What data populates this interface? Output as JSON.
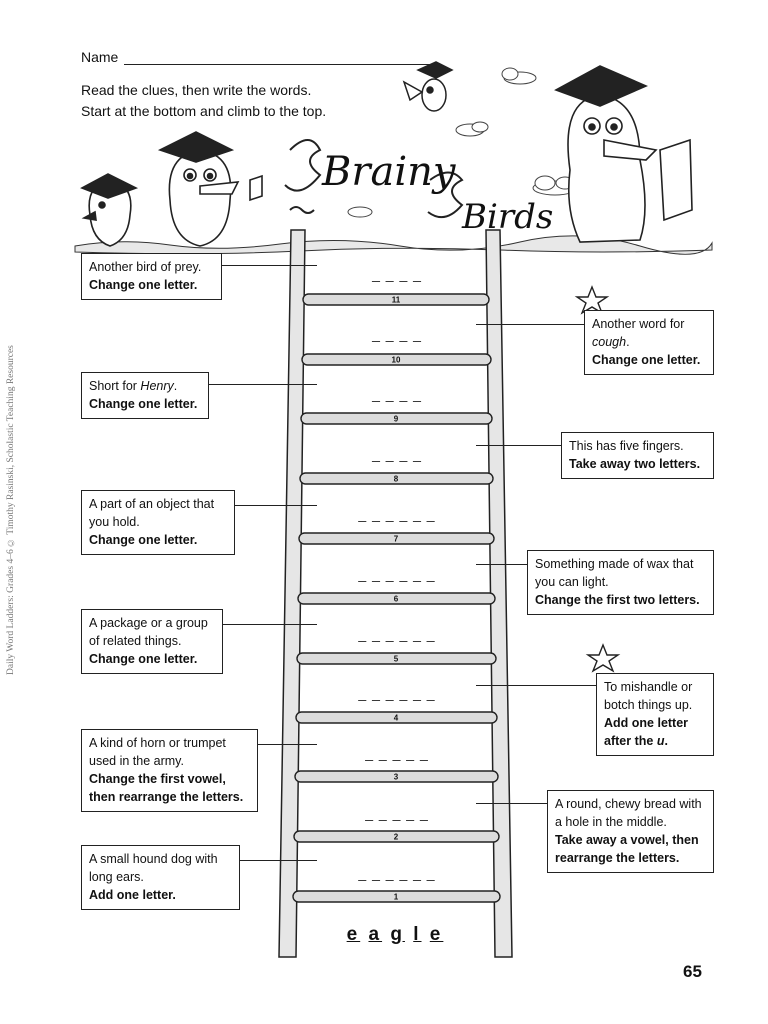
{
  "header": {
    "name_label": "Name",
    "instruction_line1": "Read the clues, then write the words.",
    "instruction_line2": "Start at the bottom and climb to the top."
  },
  "banner": {
    "title_word1": "Brainy",
    "title_word2": "Birds"
  },
  "side_credit": "Daily Word Ladders: Grades 4–6 © Timothy Rasinski, Scholastic Teaching Resources",
  "clues": {
    "c11": {
      "text": "Another bird of prey.",
      "instruction": "Change one letter."
    },
    "c10": {
      "text_before": "Another word for",
      "text_italic": "cough",
      "text_after": ".",
      "instruction": "Change one letter."
    },
    "c9": {
      "text_before": "Short for",
      "text_italic": "Henry",
      "text_after": ".",
      "instruction": "Change one letter."
    },
    "c8": {
      "text": "This has five fingers.",
      "instruction": "Take away two letters."
    },
    "c7": {
      "text": "A part of an object that you hold.",
      "instruction": "Change one letter."
    },
    "c6": {
      "text": "Something made of wax that you can light.",
      "instruction": "Change the first two letters."
    },
    "c5": {
      "text": "A package or a group of related things.",
      "instruction": "Change one letter."
    },
    "c4": {
      "text": "To mishandle or botch things up.",
      "instruction_before": "Add one letter after the",
      "instruction_italic": "u",
      "instruction_after": "."
    },
    "c3": {
      "text": "A kind of horn or trumpet used in the army.",
      "instruction": "Change the first vowel, then rearrange the letters."
    },
    "c2": {
      "text": "A round, chewy bread with a hole in the middle.",
      "instruction": "Take away a vowel, then rearrange the letters."
    },
    "c1": {
      "text": "A small hound dog with long ears.",
      "instruction": "Add one letter."
    }
  },
  "rungs": [
    "1",
    "2",
    "3",
    "4",
    "5",
    "6",
    "7",
    "8",
    "9",
    "10",
    "11"
  ],
  "blanks": {
    "b11": "_ _ _ _",
    "b10": "_ _ _ _",
    "b9": "_ _ _ _",
    "b8": "_ _ _ _",
    "b7": "_ _ _ _ _ _",
    "b6": "_ _ _ _ _ _",
    "b5": "_ _ _ _ _ _",
    "b4": "_ _ _ _ _ _",
    "b3": "_ _ _ _ _",
    "b2": "_ _ _ _ _",
    "b1": "_ _ _ _ _ _"
  },
  "start_word": [
    "e",
    "a",
    "g",
    "l",
    "e"
  ],
  "page_number": "65"
}
